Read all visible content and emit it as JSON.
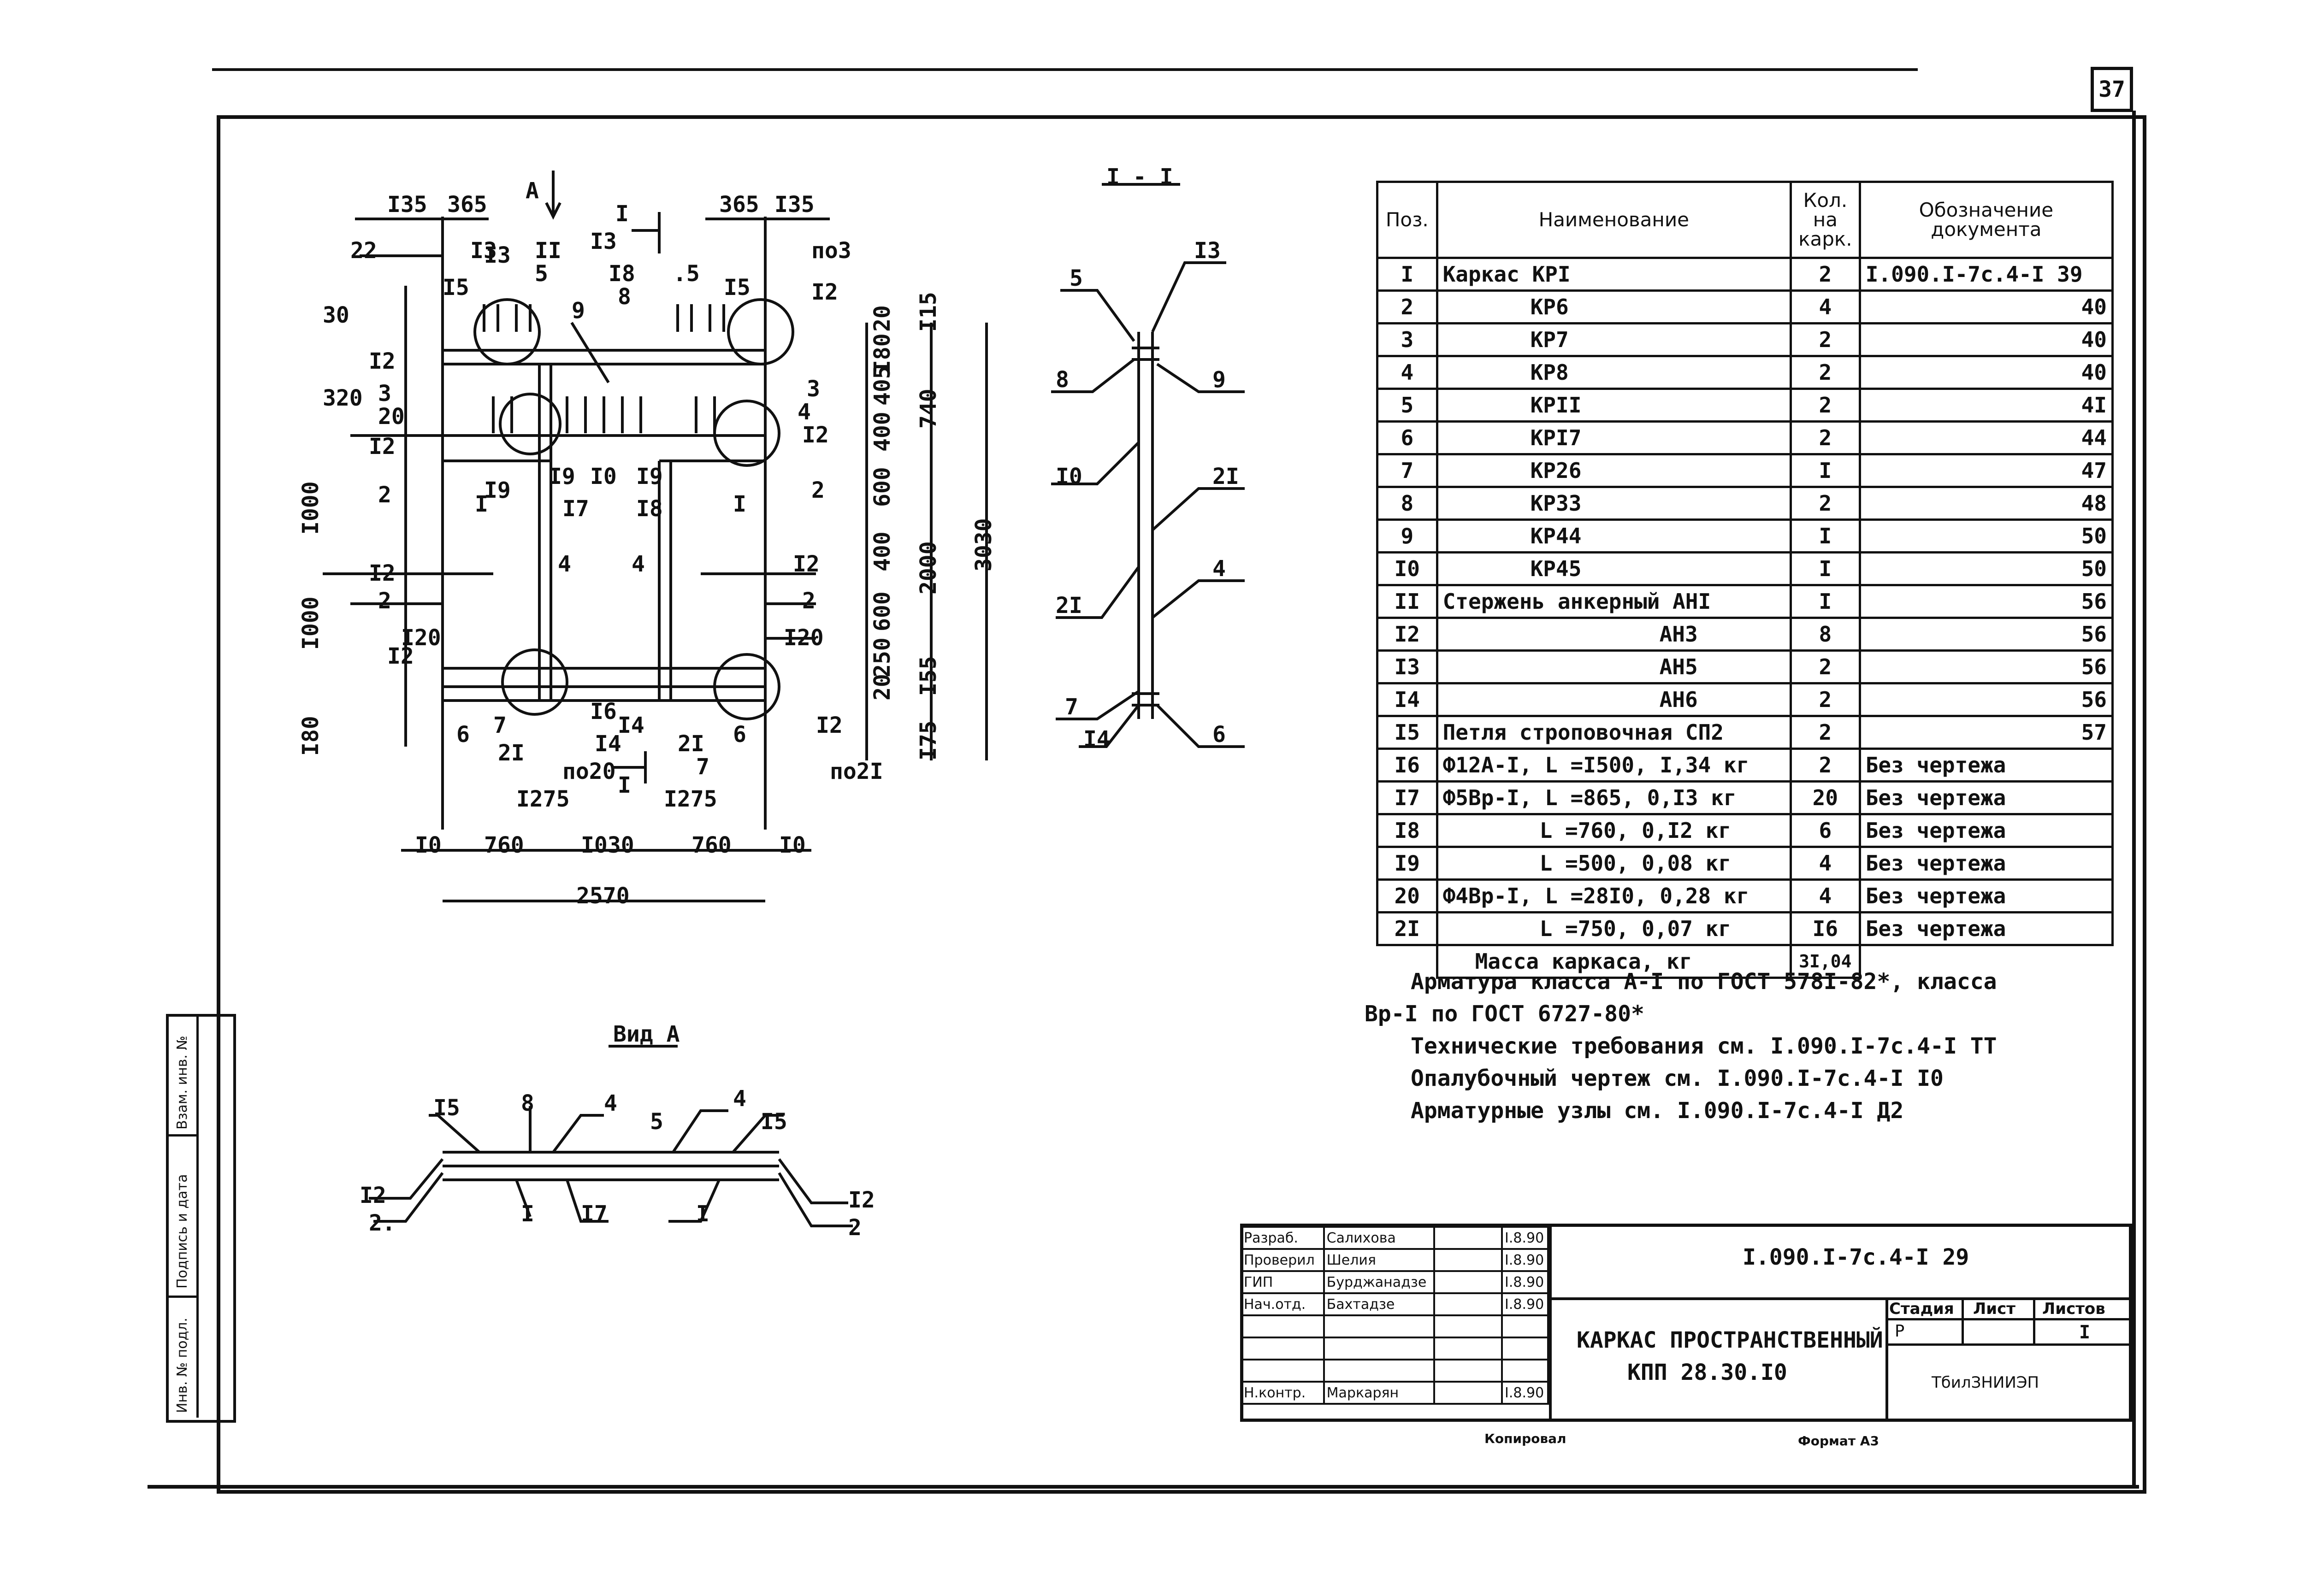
{
  "sheet_number": "37",
  "drawing": {
    "section_label": "I - I",
    "view_label": "Вид А",
    "plan_labels": [
      "I35",
      "365",
      "365",
      "I35",
      "A",
      "I",
      "I3",
      "II",
      "5",
      "I3",
      "I8",
      "8",
      ".5",
      "22",
      "I5",
      "I3",
      "5",
      "9",
      "I5",
      "по3",
      "I2",
      "30",
      "320",
      "3",
      "20",
      "I2",
      "I2",
      "3",
      "4",
      "I2",
      "I9",
      "I9",
      "I7",
      "I0",
      "I9",
      "I8",
      "2",
      "I",
      "I",
      "2",
      "I000",
      "4",
      "4",
      "I2",
      "I2",
      "2",
      "2",
      "I000",
      "I20",
      "I20",
      "I2",
      "I6",
      "I4",
      "I4",
      "6",
      "7",
      "2I",
      "2I",
      "7",
      "6",
      "I80",
      "I2",
      "по20",
      "по2I",
      "I",
      "I275",
      "I275",
      "I0",
      "760",
      "I030",
      "760",
      "I0",
      "2570",
      "20",
      "I15",
      "I80",
      "405",
      "400",
      "600",
      "400",
      "600",
      "250",
      "20",
      "I55",
      "740",
      "2000",
      "3030",
      "I75"
    ],
    "section_labels": [
      "I3",
      "5",
      "8",
      "9",
      "I0",
      "2I",
      "4",
      "2I",
      "7",
      "I4",
      "6"
    ],
    "view_a_labels": [
      "I5",
      "8",
      "4",
      "5",
      "4",
      "I5",
      "I2",
      "2.",
      "I",
      "I7",
      "I",
      "I2",
      "2"
    ]
  },
  "bom": {
    "headers": [
      "Поз.",
      "Наименование",
      "Кол. на карк.",
      "Обозначение документа"
    ],
    "rows": [
      [
        "I",
        "Каркас КРI",
        "2",
        "I.090.I-7с.4-I 39"
      ],
      [
        "2",
        "КР6",
        "4",
        "40"
      ],
      [
        "3",
        "КР7",
        "2",
        "40"
      ],
      [
        "4",
        "КР8",
        "2",
        "40"
      ],
      [
        "5",
        "КРII",
        "2",
        "4I"
      ],
      [
        "6",
        "КРI7",
        "2",
        "44"
      ],
      [
        "7",
        "КР26",
        "I",
        "47"
      ],
      [
        "8",
        "КР33",
        "2",
        "48"
      ],
      [
        "9",
        "КР44",
        "I",
        "50"
      ],
      [
        "I0",
        "КР45",
        "I",
        "50"
      ],
      [
        "II",
        "Стержень анкерный АНI",
        "I",
        "56"
      ],
      [
        "I2",
        "АН3",
        "8",
        "56"
      ],
      [
        "I3",
        "АН5",
        "2",
        "56"
      ],
      [
        "I4",
        "АН6",
        "2",
        "56"
      ],
      [
        "I5",
        "Петля строповочная СП2",
        "2",
        "57"
      ],
      [
        "I6",
        "Ф12А-I, L =I500, I,34 кг",
        "2",
        "Без чертежа"
      ],
      [
        "I7",
        "Ф5Вр-I, L =865, 0,I3 кг",
        "20",
        "Без чертежа"
      ],
      [
        "I8",
        "L =760, 0,I2 кг",
        "6",
        "Без чертежа"
      ],
      [
        "I9",
        "L =500, 0,08 кг",
        "4",
        "Без чертежа"
      ],
      [
        "20",
        "Ф4Вр-I, L =28I0, 0,28 кг",
        "4",
        "Без чертежа"
      ],
      [
        "2I",
        "L =750, 0,07 кг",
        "I6",
        "Без чертежа"
      ]
    ],
    "mass_label": "Масса каркаса, кг",
    "mass_value": "3I,04"
  },
  "notes": [
    "Арматура класса А-I по ГОСТ 578I-82*, класса",
    "Вр-I по ГОСТ 6727-80*",
    "Технические требования см. I.090.I-7с.4-I ТТ",
    "Опалубочный чертеж см. I.090.I-7с.4-I I0",
    "Арматурные узлы см. I.090.I-7с.4-I Д2"
  ],
  "title_block": {
    "designation": "I.090.I-7с.4-I 29",
    "title_line1": "КАРКАС ПРОСТРАНСТВЕННЫЙ",
    "title_line2": "КПП 28.30.I0",
    "stage_header": "Стадия",
    "sheet_header": "Лист",
    "sheets_header": "Листов",
    "stage": "Р",
    "sheets": "I",
    "organization": "ТбилЗНИИЭП",
    "roles": [
      {
        "role": "Разраб.",
        "name": "Салихова",
        "date": "I.8.90"
      },
      {
        "role": "Проверил",
        "name": "Шелия",
        "date": "I.8.90"
      },
      {
        "role": "ГИП",
        "name": "Бурджанадзе",
        "date": "I.8.90"
      },
      {
        "role": "Нач.отд.",
        "name": "Бахтадзе",
        "date": "I.8.90"
      },
      {
        "role": "Н.контр.",
        "name": "Маркарян",
        "date": "I.8.90"
      }
    ],
    "copied": "Копировал",
    "format": "Формат А3"
  },
  "sidebar": {
    "labels": [
      "Взам. инв. №",
      "Подпись и дата",
      "Инв. № подл."
    ]
  }
}
